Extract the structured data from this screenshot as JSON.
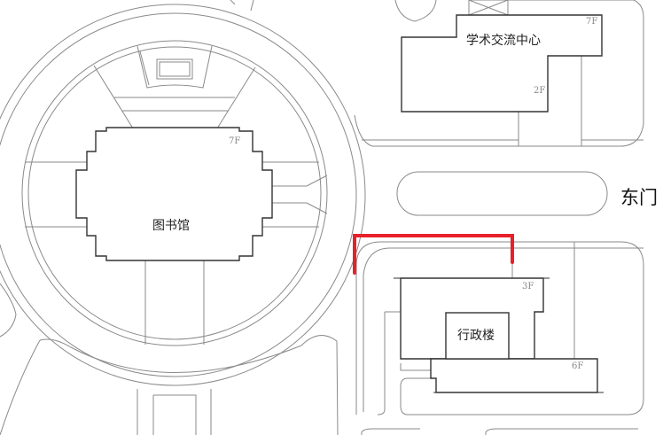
{
  "buildings": [
    {
      "name": "图书馆",
      "floors": "7F"
    },
    {
      "name": "学术交流中心",
      "floors_tall": "7F",
      "floors_low": "2F"
    },
    {
      "name": "行政楼",
      "floors_north": "3F",
      "floors_south": "6F"
    }
  ],
  "gate_label": "东门",
  "route_color": "#e8202a"
}
